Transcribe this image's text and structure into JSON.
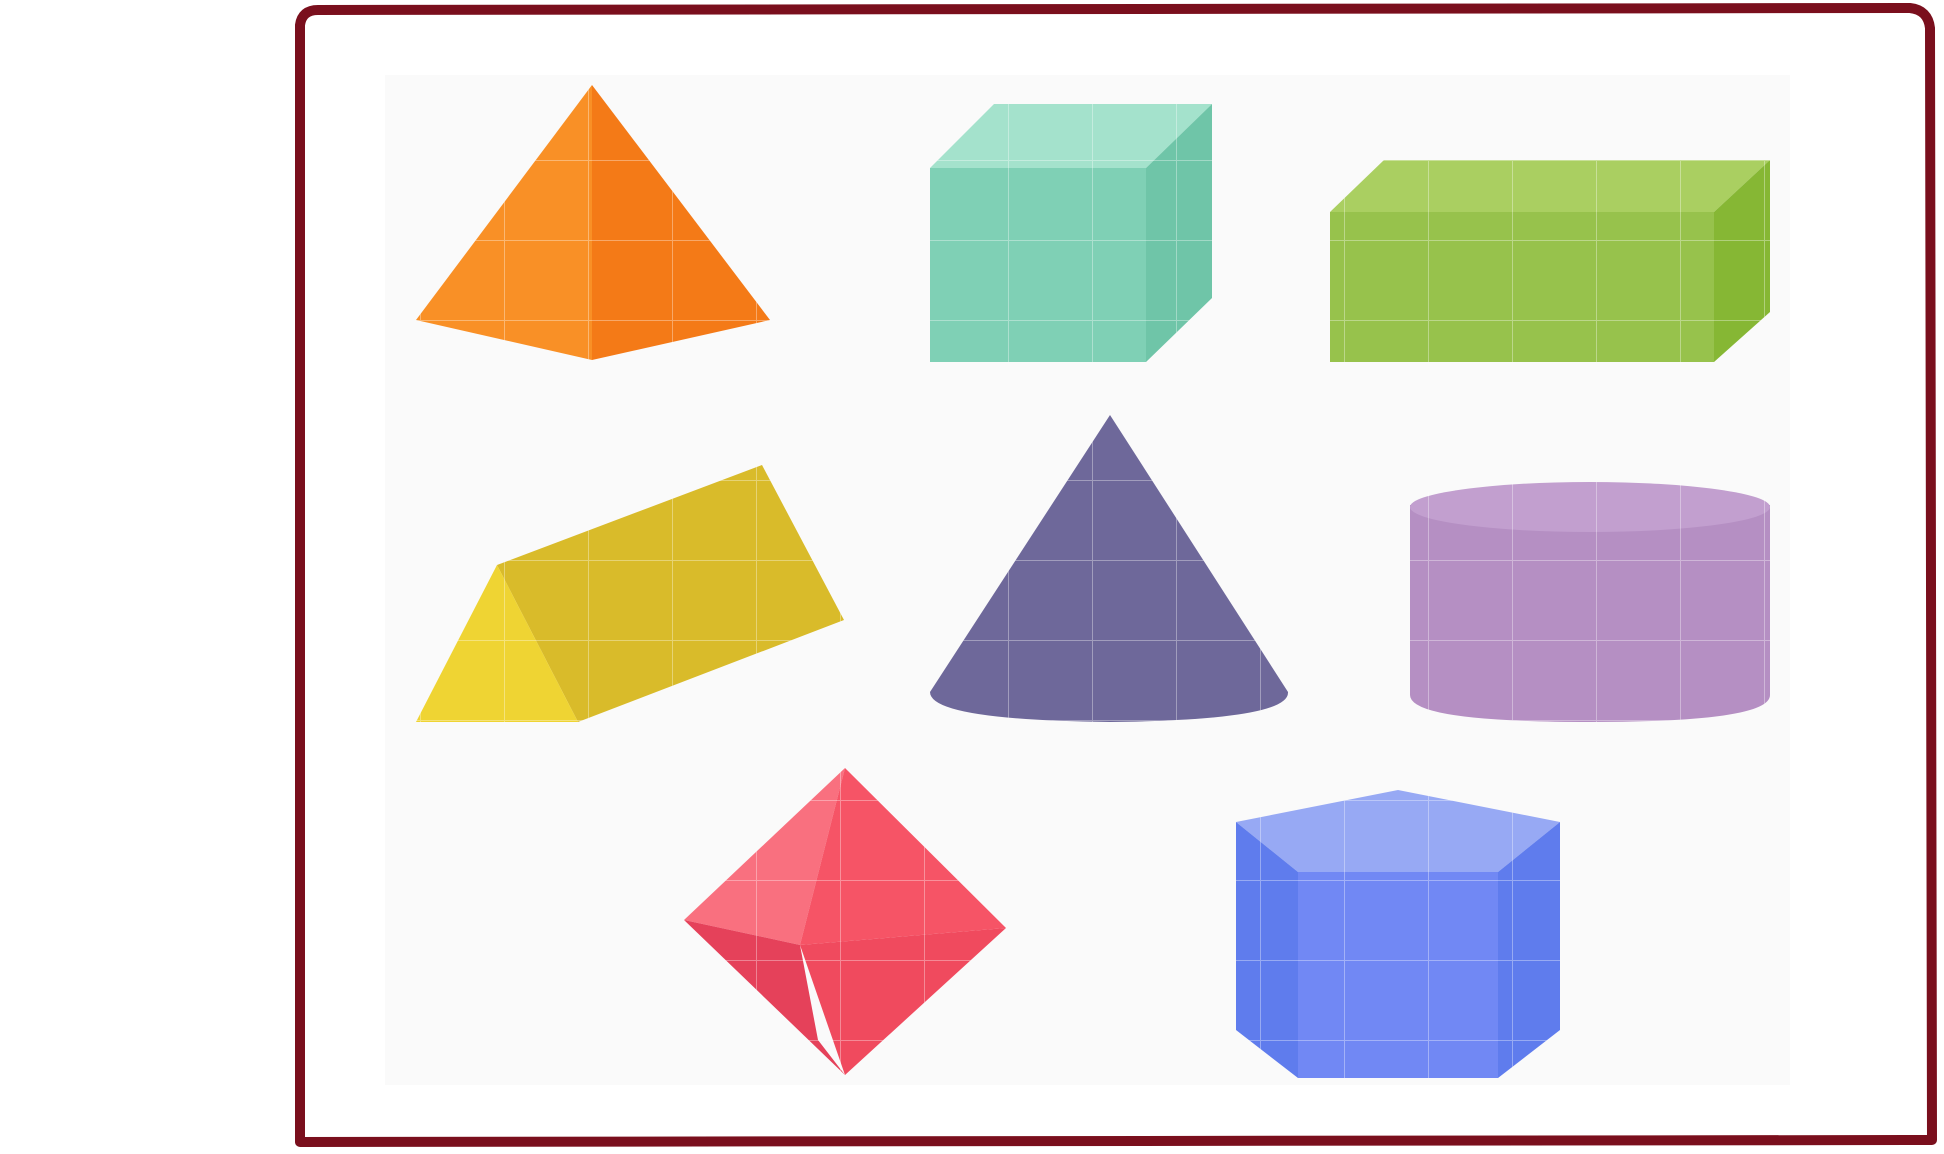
{
  "colors": {
    "frame": "#7a0f1d",
    "panel": "#fafafa",
    "grid": "#ffffff",
    "pyramid": "#f7861f",
    "cube": "#7fd0b5",
    "cuboid": "#97c24c",
    "triangular_prism": "#d9bb2a",
    "cone": "#6e689a",
    "cylinder": "#b58fc3",
    "octahedron": "#f25566",
    "hexagonal_prism": "#6f86f0"
  },
  "shapes": [
    {
      "name": "square-pyramid",
      "icon": "pyramid-shape"
    },
    {
      "name": "cube",
      "icon": "cube-shape"
    },
    {
      "name": "cuboid",
      "icon": "cuboid-shape"
    },
    {
      "name": "triangular-prism",
      "icon": "triangular-prism-shape"
    },
    {
      "name": "cone",
      "icon": "cone-shape"
    },
    {
      "name": "cylinder",
      "icon": "cylinder-shape"
    },
    {
      "name": "octahedron",
      "icon": "octahedron-shape"
    },
    {
      "name": "hexagonal-prism",
      "icon": "hexagonal-prism-shape"
    }
  ]
}
